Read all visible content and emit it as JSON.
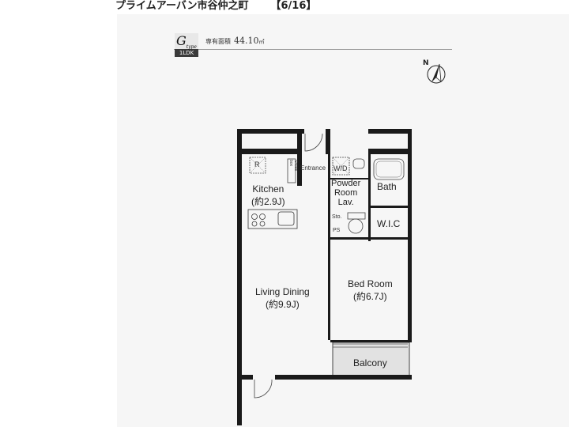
{
  "header": {
    "property_name": "プライムアーバン市谷仲之町",
    "page_counter": "【6/16】"
  },
  "unit_info": {
    "type_letter": "G",
    "type_suffix": "type",
    "layout": "1LDK",
    "area_label": "専有面積",
    "area_value": "44.10",
    "area_unit": "㎡"
  },
  "compass": {
    "label": "N"
  },
  "rooms": {
    "kitchen": {
      "name": "Kitchen",
      "size": "(約2.9J)"
    },
    "living_dining": {
      "name": "Living Dining",
      "size": "(約9.9J)"
    },
    "bed_room": {
      "name": "Bed Room",
      "size": "(約6.7J)"
    },
    "balcony": {
      "name": "Balcony"
    },
    "entrance": {
      "name": "Entrance"
    },
    "powder_room": {
      "line1": "Powder",
      "line2": "Room",
      "line3": "Lav."
    },
    "bath": {
      "name": "Bath"
    },
    "wic": {
      "name": "W.I.C"
    },
    "wd": {
      "name": "W/D"
    }
  },
  "fixtures": {
    "refrigerator": "R",
    "shoes_box": "Shoes box",
    "storage": "Sto.",
    "ps": "PS"
  },
  "colors": {
    "wall": "#1a1a1a",
    "sheet": "#f6f6f6",
    "balcony_fill": "#e2e2e2"
  }
}
